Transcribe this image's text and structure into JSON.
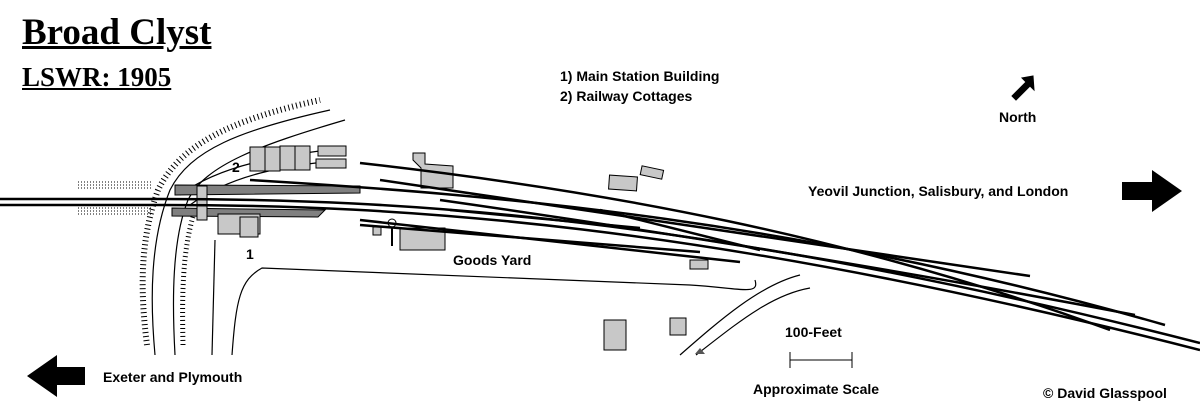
{
  "title": "Broad Clyst",
  "subtitle": "LSWR: 1905",
  "legend": [
    "1) Main Station Building",
    "2) Railway Cottages"
  ],
  "north_label": "North",
  "east_destination": "Yeovil Junction, Salisbury, and London",
  "west_destination": "Exeter and Plymouth",
  "goods_yard_label": "Goods Yard",
  "marker_1": "1",
  "marker_2": "2",
  "scale_value": "100-Feet",
  "scale_caption": "Approximate Scale",
  "copyright": "© David Glasspool"
}
